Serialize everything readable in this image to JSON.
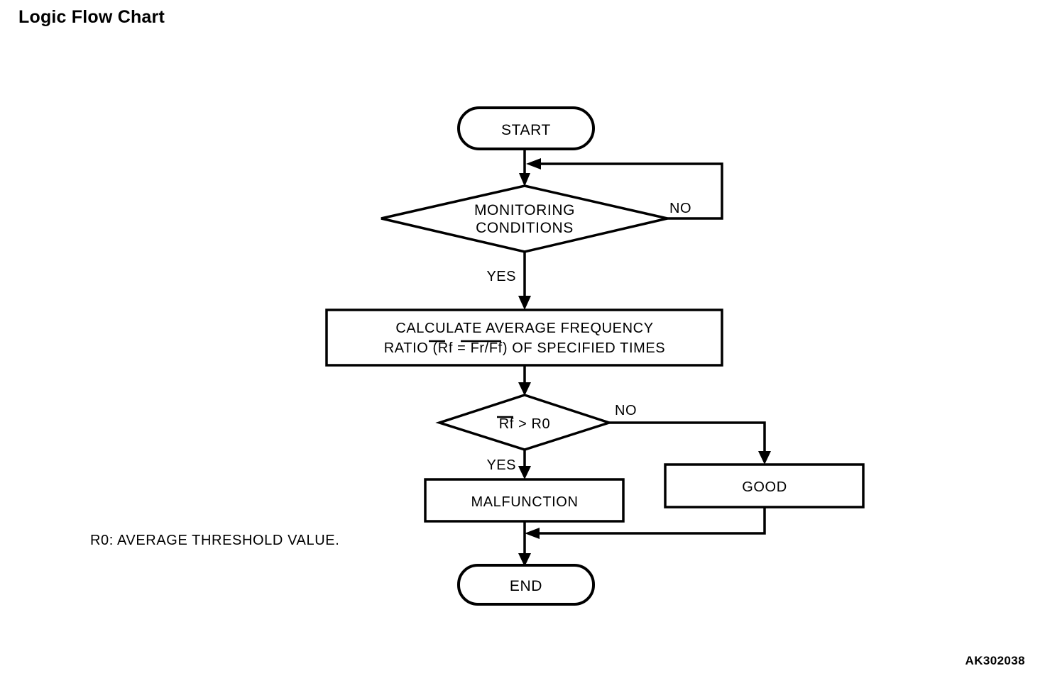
{
  "page": {
    "title": "Logic Flow Chart",
    "watermark": "AK302038"
  },
  "chart_data": {
    "type": "diagram",
    "diagram_kind": "flowchart",
    "title": "Logic Flow Chart",
    "orientation": "top-to-bottom",
    "nodes": [
      {
        "id": "start",
        "shape": "terminator",
        "label": "START"
      },
      {
        "id": "monitoring",
        "shape": "decision",
        "label_line1": "MONITORING",
        "label_line2": "CONDITIONS"
      },
      {
        "id": "calculate",
        "shape": "process",
        "label_line1": "CALCULATE AVERAGE FREQUENCY",
        "label_line2_pre": "RATIO (",
        "label_line2_var1": "Rf",
        "label_line2_mid": " = ",
        "label_line2_var2": "Fr/Ff",
        "label_line2_post": ") OF SPECIFIED TIMES"
      },
      {
        "id": "compare",
        "shape": "decision",
        "label_var": "Rf",
        "label_rest": " > R0"
      },
      {
        "id": "malfunction",
        "shape": "process",
        "label": "MALFUNCTION"
      },
      {
        "id": "good",
        "shape": "process",
        "label": "GOOD"
      },
      {
        "id": "end",
        "shape": "terminator",
        "label": "END"
      }
    ],
    "edges": [
      {
        "from": "start",
        "to": "monitoring",
        "label": ""
      },
      {
        "from": "monitoring",
        "to": "monitoring",
        "label": "NO",
        "note": "loops back above the decision"
      },
      {
        "from": "monitoring",
        "to": "calculate",
        "label": "YES"
      },
      {
        "from": "calculate",
        "to": "compare",
        "label": ""
      },
      {
        "from": "compare",
        "to": "malfunction",
        "label": "YES"
      },
      {
        "from": "compare",
        "to": "good",
        "label": "NO"
      },
      {
        "from": "malfunction",
        "to": "end",
        "label": ""
      },
      {
        "from": "good",
        "to": "end",
        "label": ""
      }
    ],
    "branch_labels": {
      "monitoring_no": "NO",
      "monitoring_yes": "YES",
      "compare_no": "NO",
      "compare_yes": "YES"
    },
    "legend": "R0: AVERAGE THRESHOLD VALUE.",
    "colors": {
      "stroke": "#000000",
      "fill": "#ffffff",
      "text": "#000000",
      "background": "#ffffff"
    }
  }
}
